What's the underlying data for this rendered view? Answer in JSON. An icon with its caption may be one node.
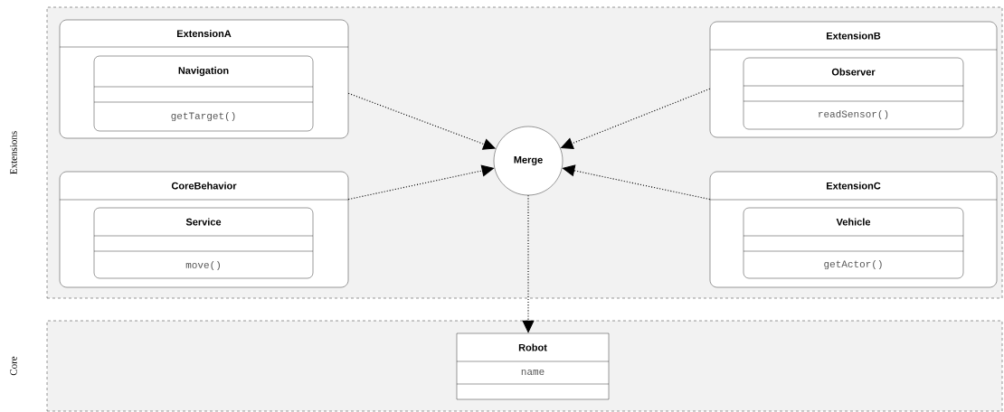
{
  "diagram": {
    "nodes": [
      {
        "text": [
          "Extensions"
        ]
      },
      {
        "text": [
          "ExtensionA"
        ],
        "in": 0
      },
      {
        "text": [
          "Navigation",
          "getTarget()"
        ],
        "in": 1
      },
      {
        "text": [
          "CoreBehavior"
        ],
        "in": 0
      },
      {
        "text": [
          "Service",
          "move()"
        ],
        "in": 3
      },
      {
        "text": [
          "Merge"
        ],
        "in": 0
      },
      {
        "text": [
          "ExtensionB"
        ],
        "in": 0
      },
      {
        "text": [
          "Observer",
          "readSensor()"
        ],
        "in": 6
      },
      {
        "text": [
          "ExtensionC"
        ],
        "in": 0
      },
      {
        "text": [
          "Vehicle",
          "getActor()"
        ],
        "in": 8
      },
      {
        "text": [
          "Core"
        ]
      },
      {
        "text": [
          "Robot",
          "name"
        ],
        "in": 10
      }
    ],
    "edges": [
      {
        "from": 1,
        "to": 5,
        "arrow": "to"
      },
      {
        "from": 3,
        "to": 5,
        "arrow": "to"
      },
      {
        "from": 6,
        "to": 5,
        "arrow": "to"
      },
      {
        "from": 8,
        "to": 5,
        "arrow": "to"
      },
      {
        "from": 5,
        "to": 11,
        "arrow": "to"
      }
    ]
  }
}
